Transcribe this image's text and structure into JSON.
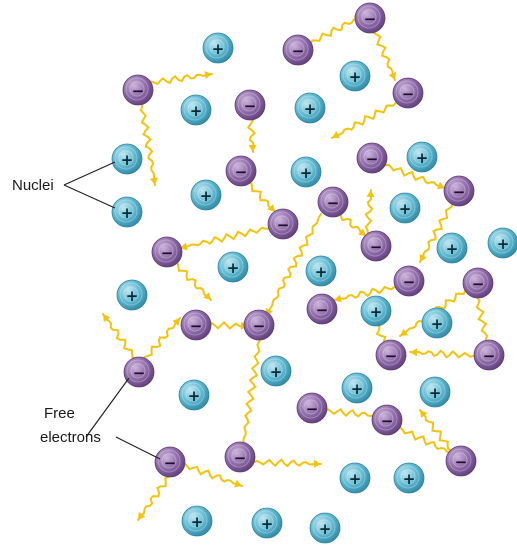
{
  "labels": {
    "nuclei": "Nuclei",
    "free_electrons_line1": "Free",
    "free_electrons_line2": "electrons"
  },
  "symbols": {
    "nucleus_sign": "+",
    "electron_sign": "−"
  },
  "colors": {
    "nucleus_fill": "#5fb8d0",
    "nucleus_light": "#bfe7f1",
    "nucleus_dark": "#2e86a3",
    "electron_fill": "#8e6aa8",
    "electron_light": "#cdb5dd",
    "electron_dark": "#5e3d7a",
    "path": "#f2c40f",
    "leader_line": "#222222"
  }
}
